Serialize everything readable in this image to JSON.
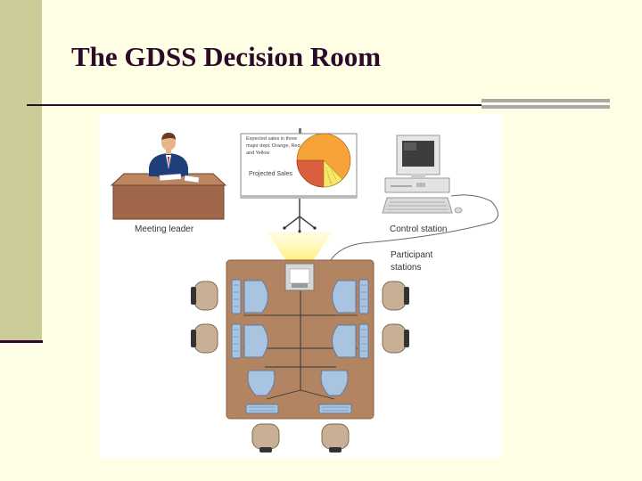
{
  "slide": {
    "title": "The GDSS Decision Room"
  },
  "figure": {
    "labels": {
      "meeting_leader": "Meeting leader",
      "control_station": "Control station",
      "participant_line1": "Participant",
      "participant_line2": "stations"
    },
    "board": {
      "text_line1": "Expected sales in three",
      "text_line2": "major dept. Orange, Red",
      "text_line3": "and Yellow",
      "caption": "Projected Sales"
    }
  },
  "colors": {
    "background": "#FFFFE6",
    "band": "#CCCC99",
    "title": "#2E0A2A",
    "table": "#B38461",
    "pie_orange": "#F6A43A",
    "pie_red": "#D95F3E",
    "pie_yellow": "#F7E86B"
  }
}
